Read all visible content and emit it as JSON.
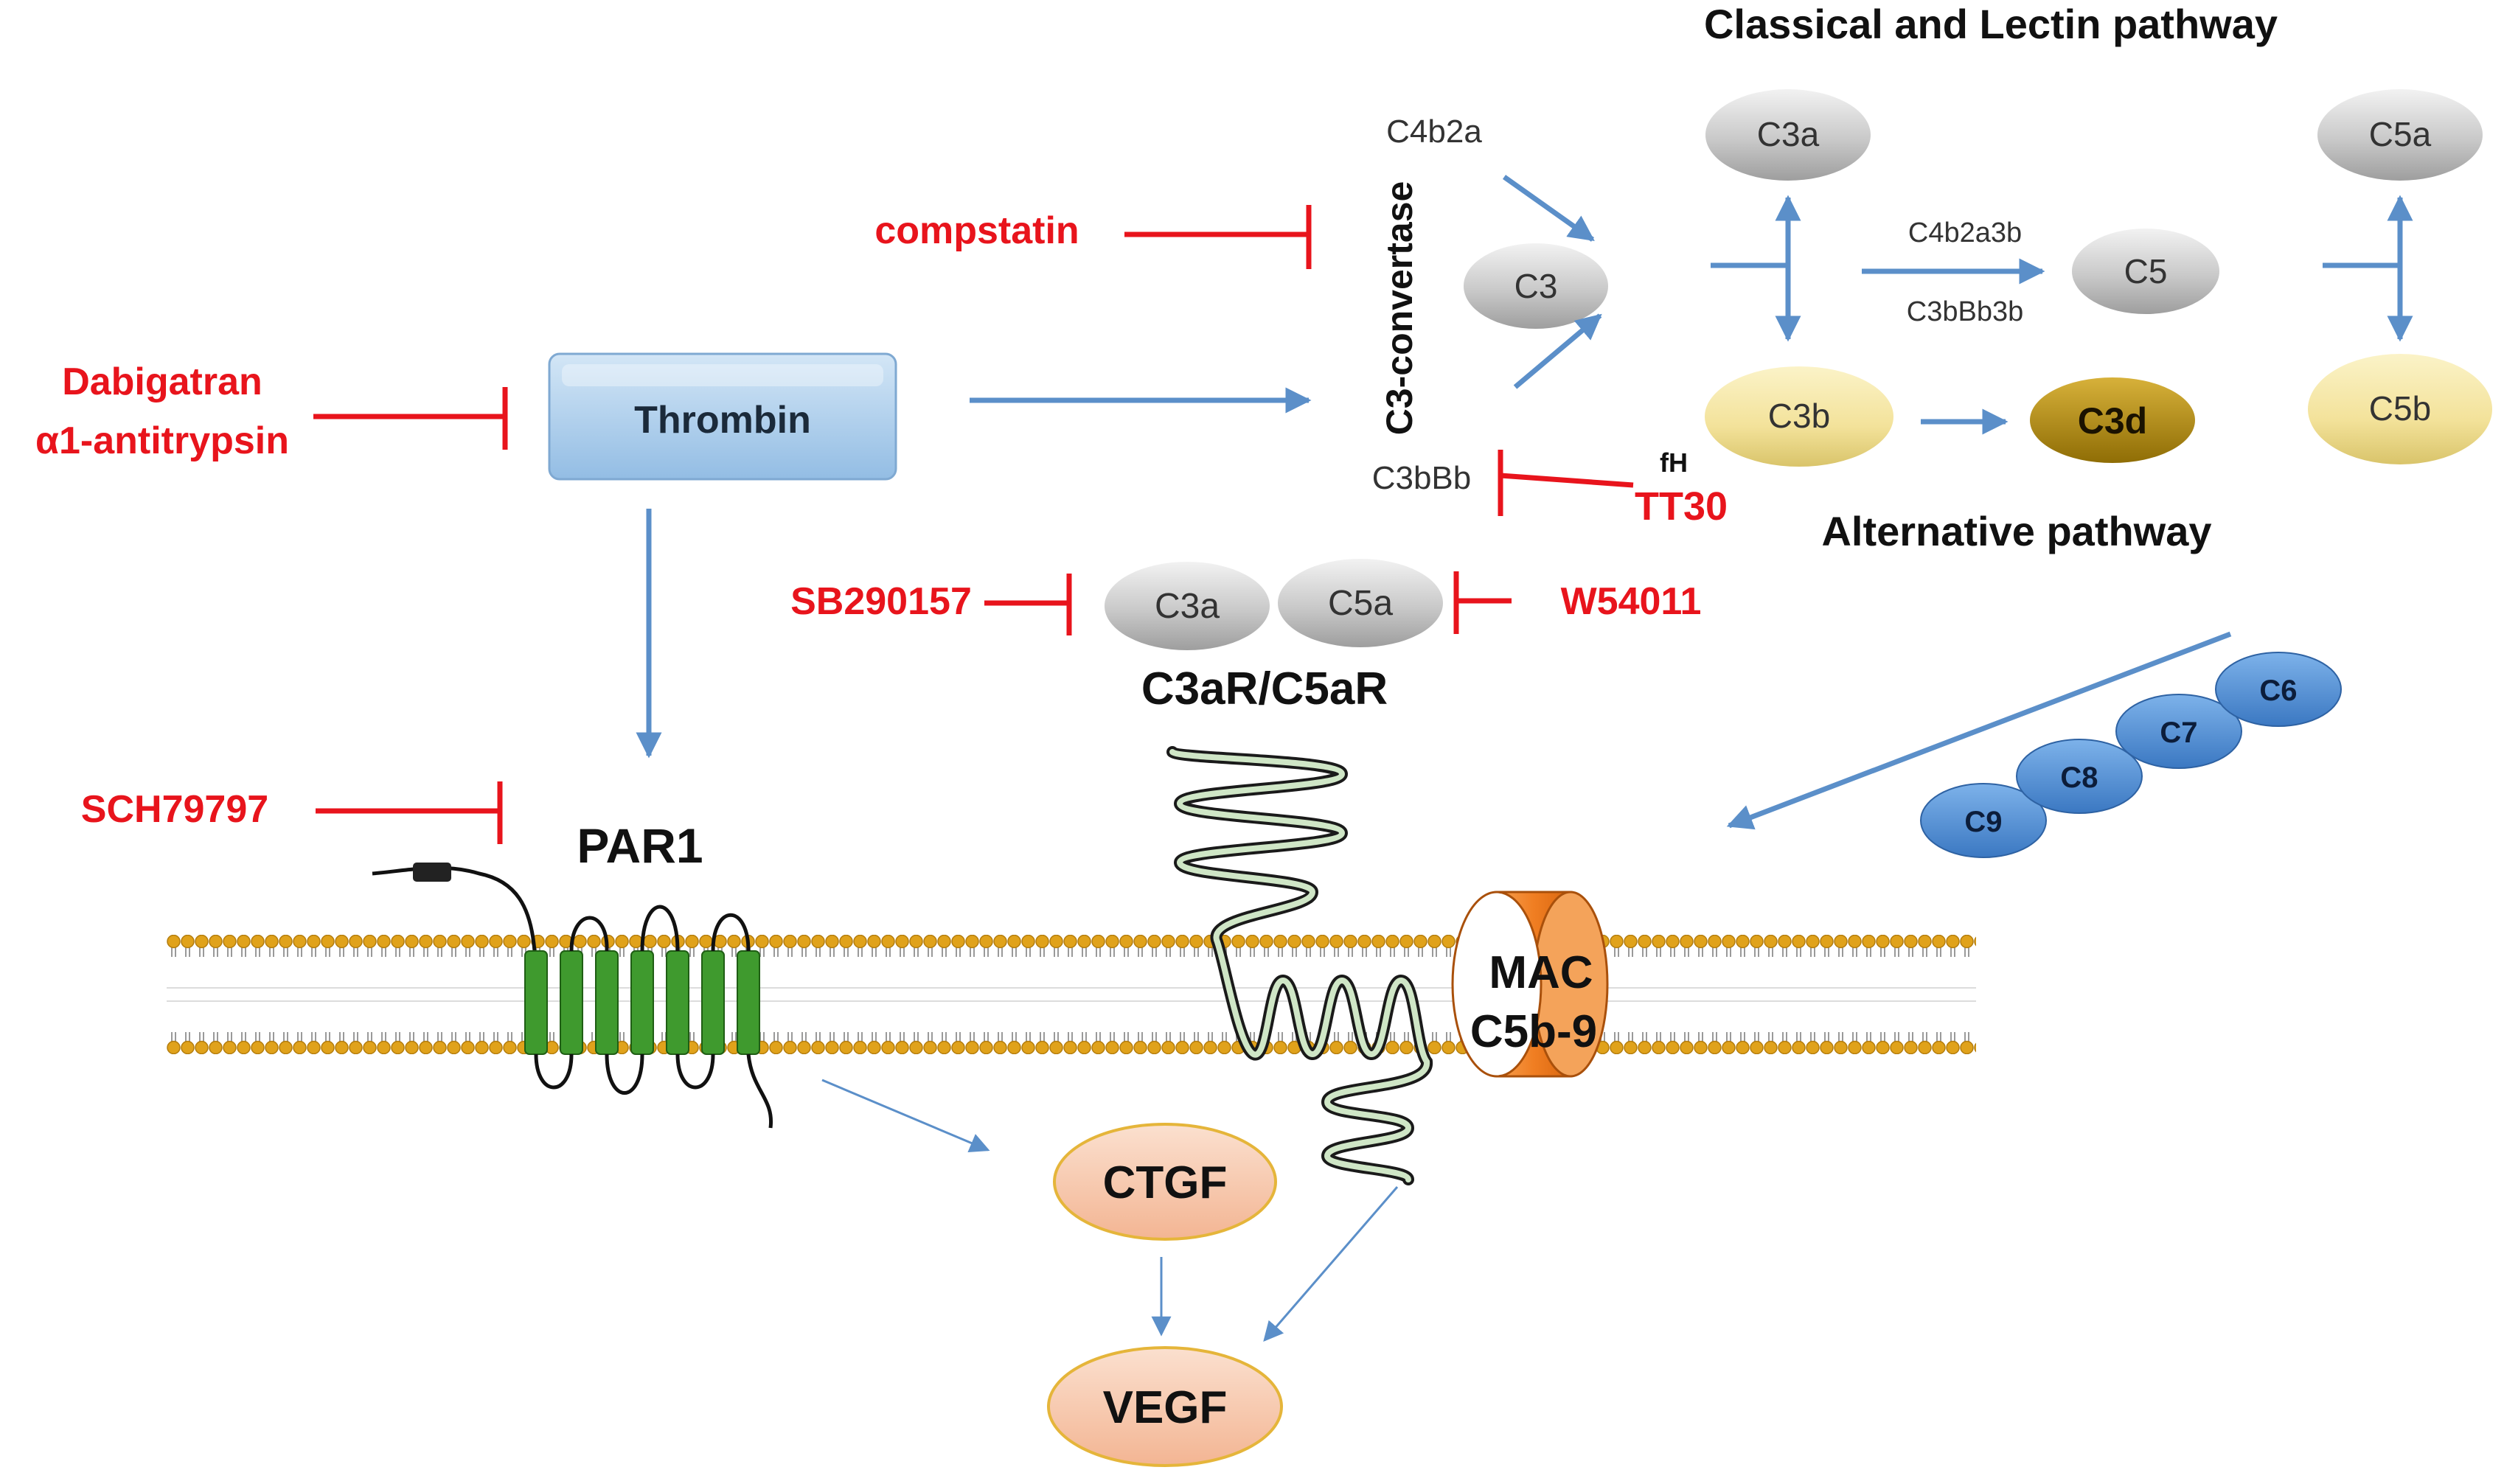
{
  "headings": {
    "classical_lectin": "Classical and Lectin pathway",
    "alternative": "Alternative pathway"
  },
  "nodes": {
    "thrombin": "Thrombin",
    "c3_convertase": "C3-convertase",
    "c4b2a": "C4b2a",
    "c3bbb": "C3bBb",
    "c3": "C3",
    "c3a_top": "C3a",
    "c3b": "C3b",
    "c3d": "C3d",
    "c4b2a3b": "C4b2a3b",
    "c3bbb3b": "C3bBb3b",
    "c5": "C5",
    "c5a_top": "C5a",
    "c5b": "C5b",
    "fh": "fH",
    "receptor_c3a": "C3a",
    "receptor_c5a": "C5a",
    "receptor_label": "C3aR/C5aR",
    "par1": "PAR1",
    "mac_line1": "MAC",
    "mac_line2": "C5b-9",
    "ctgf": "CTGF",
    "vegf": "VEGF",
    "c6": "C6",
    "c7": "C7",
    "c8": "C8",
    "c9": "C9"
  },
  "inhibitors": {
    "compstatin": "compstatin",
    "dabigatran": "Dabigatran",
    "a1_antitrypsin": "α1-antitrypsin",
    "tt30": "TT30",
    "sb290157": "SB290157",
    "w54011": "W54011",
    "sch79797": "SCH79797"
  },
  "colors": {
    "inhibitor": "#e8141c",
    "arrow": "#5b8fc9",
    "thrombin_fill": "#b5d3ee",
    "gray_node": "#cfcfcf",
    "yellow_node": "#f3e29a",
    "c3d_fill": "#b8900c",
    "ctgf_fill": "#f7c9ad",
    "membrane_head": "#e0a21b",
    "par1_helix": "#3f9a2e",
    "mac_fill": "#f08a2c",
    "terminal_fill": "#4f8fd6"
  }
}
